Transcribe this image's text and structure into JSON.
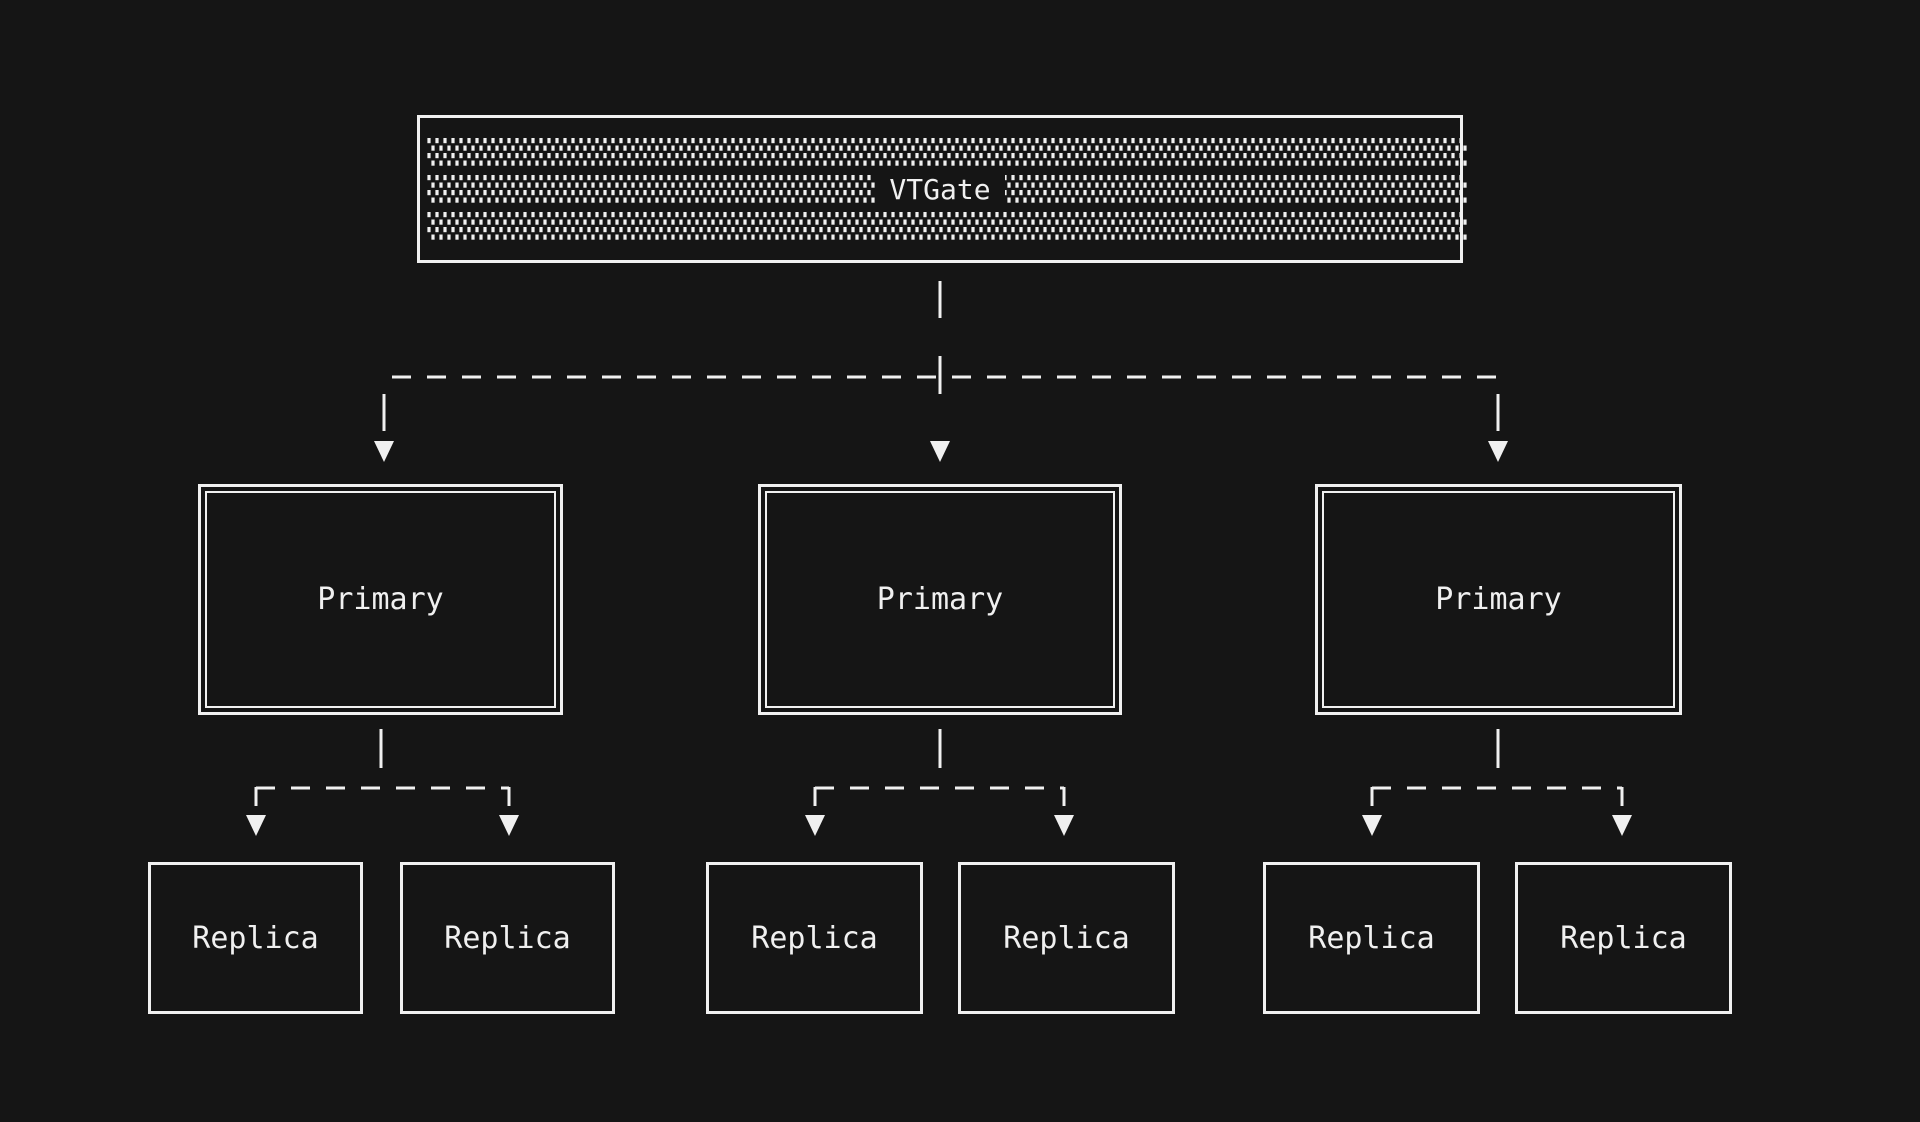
{
  "canvas": {
    "bg": "#151515",
    "fg": "#f0f0f0"
  },
  "gateway": {
    "label": "VTGate",
    "fill_style": "halftone-dots"
  },
  "shards": [
    {
      "primary": {
        "label": "Primary"
      },
      "replicas": [
        {
          "label": "Replica"
        },
        {
          "label": "Replica"
        }
      ]
    },
    {
      "primary": {
        "label": "Primary"
      },
      "replicas": [
        {
          "label": "Replica"
        },
        {
          "label": "Replica"
        }
      ]
    },
    {
      "primary": {
        "label": "Primary"
      },
      "replicas": [
        {
          "label": "Replica"
        },
        {
          "label": "Replica"
        }
      ]
    }
  ]
}
